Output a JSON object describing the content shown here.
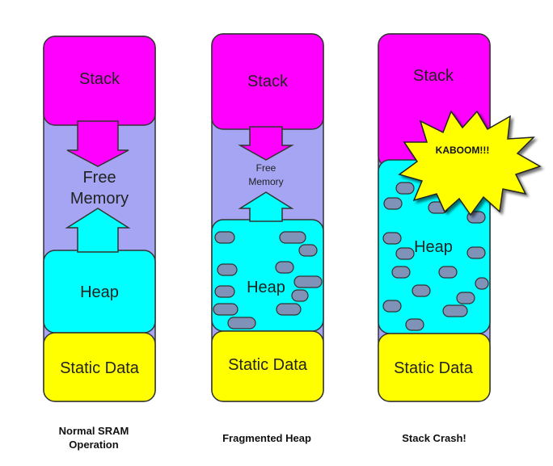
{
  "colors": {
    "stack": "#ff00ff",
    "free": "#a5a5f4",
    "heap": "#00ffff",
    "static": "#ffff00",
    "fragment": "#7f93b8",
    "outline": "#333333",
    "burst": "#ffff00"
  },
  "columns": [
    {
      "stack_label": "Stack",
      "free_label_line1": "Free",
      "free_label_line2": "Memory",
      "heap_label": "Heap",
      "static_label": "Static Data",
      "caption_line1": "Normal SRAM",
      "caption_line2": "Operation"
    },
    {
      "stack_label": "Stack",
      "free_label_line1": "Free",
      "free_label_line2": "Memory",
      "heap_label": "Heap",
      "static_label": "Static Data",
      "caption": "Fragmented Heap"
    },
    {
      "stack_label": "Stack",
      "heap_label": "Heap",
      "static_label": "Static Data",
      "crash_label": "KABOOM!!!",
      "caption": "Stack Crash!"
    }
  ]
}
